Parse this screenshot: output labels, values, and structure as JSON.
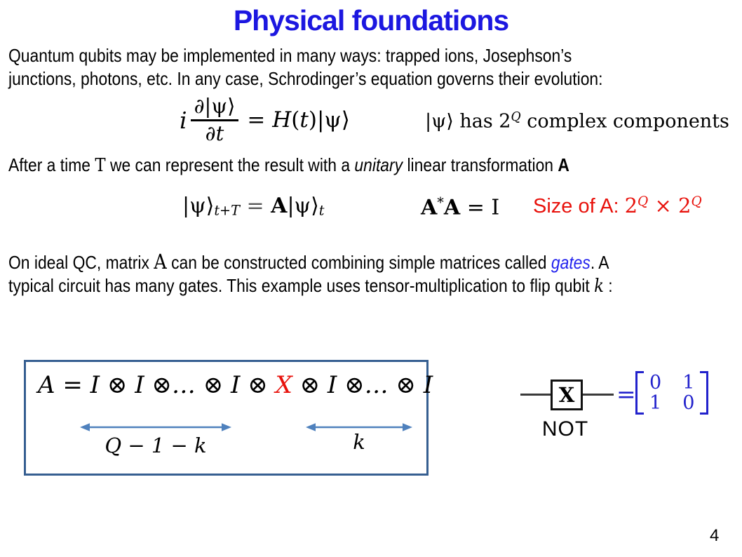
{
  "slide": {
    "title": "Physical foundations",
    "page_number": "4"
  },
  "colors": {
    "title_blue": "#1c17e0",
    "link_blue": "#2323ee",
    "accent_red": "#e8120c",
    "box_border": "#365f91",
    "arrow_blue": "#4f81bd",
    "matrix_blue": "#2222cc"
  },
  "para1": {
    "lines": [
      [
        {
          "t": "Quantum qubits may be implemented in many ways: trapped ions, Josephson’s"
        }
      ],
      [
        {
          "t": "junctions, photons, etc. In any case, Schrodinger’s equation governs their evolution:"
        }
      ]
    ]
  },
  "eq_schrodinger": {
    "i": "i",
    "numerator": "∂|ψ⟩",
    "denominator": "∂t",
    "rhs": [
      [
        {
          "t": "= ",
          "s": "mr"
        },
        {
          "t": "H",
          "s": "m"
        },
        {
          "t": "(",
          "s": "mr"
        },
        {
          "t": "t",
          "s": "m"
        },
        {
          "t": ")|ψ⟩",
          "s": "mr"
        }
      ]
    ]
  },
  "note_components": {
    "lines": [
      [
        {
          "t": "|ψ⟩ has 2",
          "s": "mr"
        },
        {
          "t": "Q",
          "s": "m sup"
        },
        {
          "t": " complex components",
          "s": "mr"
        }
      ]
    ]
  },
  "para_unitary": {
    "lines": [
      [
        {
          "t": "After a time "
        },
        {
          "t": "T",
          "s": "mr"
        },
        {
          "t": " we can represent the result with a "
        },
        {
          "t": "unitary",
          "s": "i"
        },
        {
          "t": " linear transformation "
        },
        {
          "t": "A",
          "s": "b"
        }
      ]
    ]
  },
  "eq_evolution": {
    "lines": [
      [
        {
          "t": "|ψ⟩",
          "s": "mr"
        },
        {
          "t": "t+T",
          "s": "m sub"
        },
        {
          "t": " = ",
          "s": "mr gray"
        },
        {
          "t": "A",
          "s": "mb"
        },
        {
          "t": "|ψ⟩",
          "s": "mr"
        },
        {
          "t": "t",
          "s": "m sub"
        }
      ]
    ]
  },
  "eq_unitarity": {
    "lines": [
      [
        {
          "t": "A",
          "s": "mb"
        },
        {
          "t": "*",
          "s": "mr sup"
        },
        {
          "t": "A",
          "s": "mb"
        },
        {
          "t": " = I",
          "s": "mr"
        }
      ]
    ]
  },
  "note_size": {
    "lines": [
      [
        {
          "t": "Size of A: ",
          "s": "red"
        },
        {
          "t": "2",
          "s": "mr red"
        },
        {
          "t": "Q",
          "s": "m sup red"
        },
        {
          "t": " × 2",
          "s": "mr red"
        },
        {
          "t": "Q",
          "s": "m sup red"
        }
      ]
    ]
  },
  "para_gates": {
    "lines": [
      [
        {
          "t": "On ideal QC, matrix "
        },
        {
          "t": "A",
          "s": "mr big"
        },
        {
          "t": " can be constructed combining simple matrices called "
        },
        {
          "t": "gates",
          "s": "blue i"
        },
        {
          "t": ". A"
        }
      ],
      [
        {
          "t": "typical circuit has many gates. This example uses tensor-multiplication to flip qubit "
        },
        {
          "t": "k",
          "s": "m"
        },
        {
          "t": " :"
        }
      ]
    ]
  },
  "box": {
    "equation": [
      [
        {
          "t": "A = I ⊗ I ⊗… ⊗ I ⊗ ",
          "s": "m"
        },
        {
          "t": "X",
          "s": "m red"
        },
        {
          "t": " ⊗ I ⊗… ⊗ I",
          "s": "m"
        }
      ]
    ],
    "arrow1_label": [
      [
        {
          "t": "Q − 1 − k",
          "s": "m"
        }
      ]
    ],
    "arrow2_label": [
      [
        {
          "t": "k",
          "s": "m"
        }
      ]
    ]
  },
  "gate": {
    "symbol": "X",
    "name": "NOT",
    "equals": "=",
    "matrix": {
      "rows": [
        [
          "0",
          "1"
        ],
        [
          "1",
          "0"
        ]
      ]
    }
  }
}
